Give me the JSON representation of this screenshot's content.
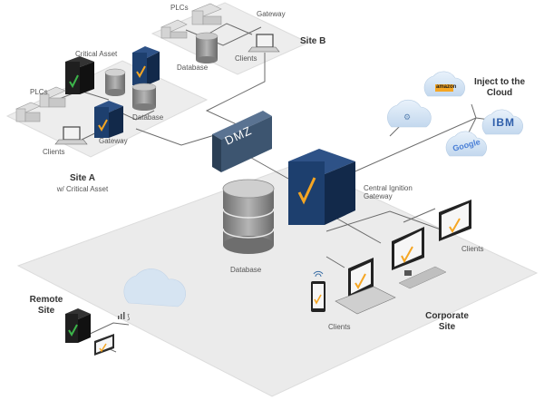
{
  "labels": {
    "plcs_b": "PLCs",
    "gateway_b": "Gateway",
    "site_b": "Site B",
    "database_b": "Database",
    "clients_b": "Clients",
    "critical_asset": "Critical Asset",
    "plcs_a": "PLCs",
    "database_a": "Database",
    "gateway_a": "Gateway",
    "clients_a": "Clients",
    "site_a": "Site A",
    "site_a_sub": "w/ Critical Asset",
    "dmz": "DMZ",
    "inject_cloud": "Inject to the Cloud",
    "amazon": "amazon",
    "ibm": "IBM",
    "google": "Google",
    "central_gateway": "Central Ignition Gateway",
    "database_main": "Database",
    "clients_corp_right": "Clients",
    "clients_corp_bottom": "Clients",
    "corporate_site": "Corporate Site",
    "remote_site": "Remote Site"
  },
  "colors": {
    "floor": "#ebebeb",
    "floor_edge": "#d9d9d9",
    "server_navy": "#1d3f6e",
    "server_navy_dark": "#12294a",
    "dmz": "#3d5570",
    "ignition_orange": "#f5a623",
    "critical_green": "#3cb54a",
    "line": "#666666"
  }
}
